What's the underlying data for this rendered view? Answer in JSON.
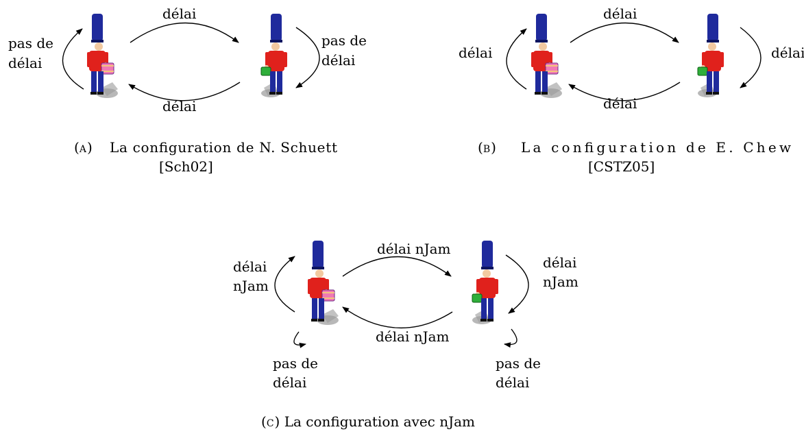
{
  "diagrams": {
    "a": {
      "top_label": "délai",
      "bottom_label": "délai",
      "left_label_line1": "pas de",
      "left_label_line2": "délai",
      "right_label_line1": "pas de",
      "right_label_line2": "délai",
      "caption_tag": "A",
      "caption_line1": "La configuration de N. Schuett",
      "caption_line2": "[Sch02]"
    },
    "b": {
      "top_label": "délai",
      "bottom_label": "délai",
      "left_label": "délai",
      "right_label": "délai",
      "caption_tag": "B",
      "caption_line1": "La configuration de E. Chew",
      "caption_line2": "[CSTZ05]"
    },
    "c": {
      "top_label": "délai nJam",
      "bottom_label": "délai nJam",
      "left_label_line1": "délai",
      "left_label_line2": "nJam",
      "right_label_line1": "délai",
      "right_label_line2": "nJam",
      "bottom_left_line1": "pas de",
      "bottom_left_line2": "délai",
      "bottom_right_line1": "pas de",
      "bottom_right_line2": "délai",
      "caption_tag": "C",
      "caption_text": "La configuration avec nJam"
    }
  },
  "colors": {
    "hat": "#1f2a9c",
    "coat": "#e0211c",
    "trousers": "#1f2a9c",
    "drum_pink": "#f07ab4",
    "drum_green": "#2fae3a",
    "shadow": "#9a9a9a",
    "skin": "#f2c9a0"
  }
}
